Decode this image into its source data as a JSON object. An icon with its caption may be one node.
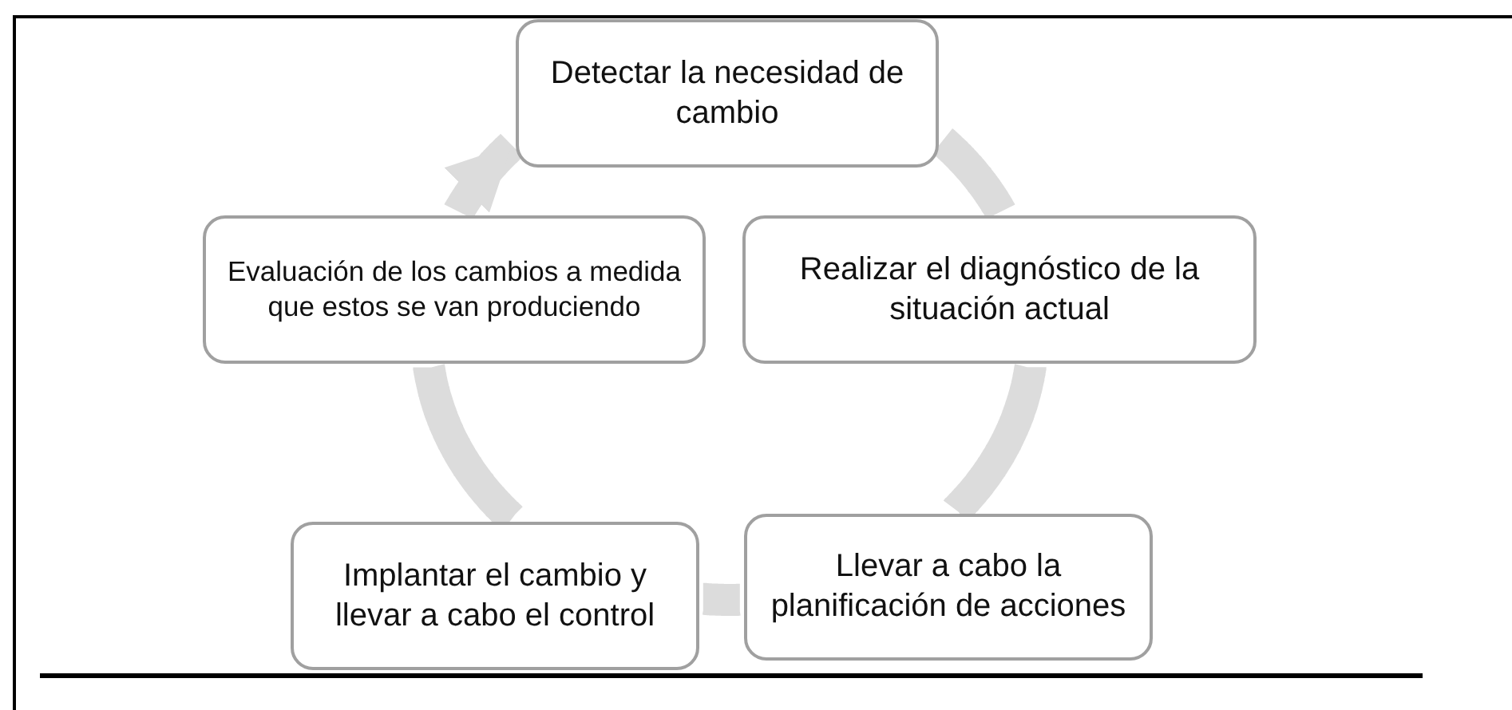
{
  "diagram": {
    "nodes": [
      {
        "text": [
          "Detectar la necesidad de cambio"
        ]
      },
      {
        "text": [
          "Realizar el diagnóstico de la situación actual"
        ]
      },
      {
        "text": [
          "Llevar a cabo la planificación de acciones"
        ]
      },
      {
        "text": [
          "Implantar el cambio y llevar a cabo el control"
        ]
      },
      {
        "text": [
          "Evaluación de los cambios a medida que estos se van produciendo"
        ]
      }
    ],
    "edges": [
      {
        "from": 0,
        "to": 1,
        "arrow": "none"
      },
      {
        "from": 1,
        "to": 2,
        "arrow": "none"
      },
      {
        "from": 2,
        "to": 3,
        "arrow": "none"
      },
      {
        "from": 3,
        "to": 4,
        "arrow": "none"
      },
      {
        "from": 4,
        "to": 0,
        "arrow": "to"
      }
    ]
  }
}
